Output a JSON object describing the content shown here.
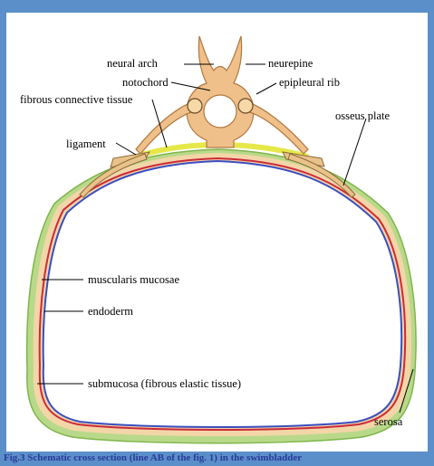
{
  "labels": {
    "neural_arch": "neural arch",
    "neurepine": "neurepine",
    "notochord": "notochord",
    "epipleural_rib": "epipleural rib",
    "fibrous_connective_tissue": "fibrous connective tissue",
    "osseus_plate": "osseus plate",
    "ligament": "ligament",
    "muscularis_mucosae": "muscularis mucosae",
    "endoderm": "endoderm",
    "submucosa": "submucosa (fibrous elastic tissue)",
    "serosa": "serosa"
  },
  "caption": "Fig.3 Schematic cross section (line AB of the fig. 1) in the swimbladder",
  "colors": {
    "background": "#5b8fc9",
    "panel": "#ffffff",
    "bone": "#f0c08a",
    "bone_stroke": "#b07840",
    "serosa_green": "#b9d98a",
    "fibrous_yellow": "#e6e84a",
    "muscularis_red": "#cc2a3a",
    "endoderm_blue": "#3a4ec0",
    "caption": "#2a3a9a"
  }
}
